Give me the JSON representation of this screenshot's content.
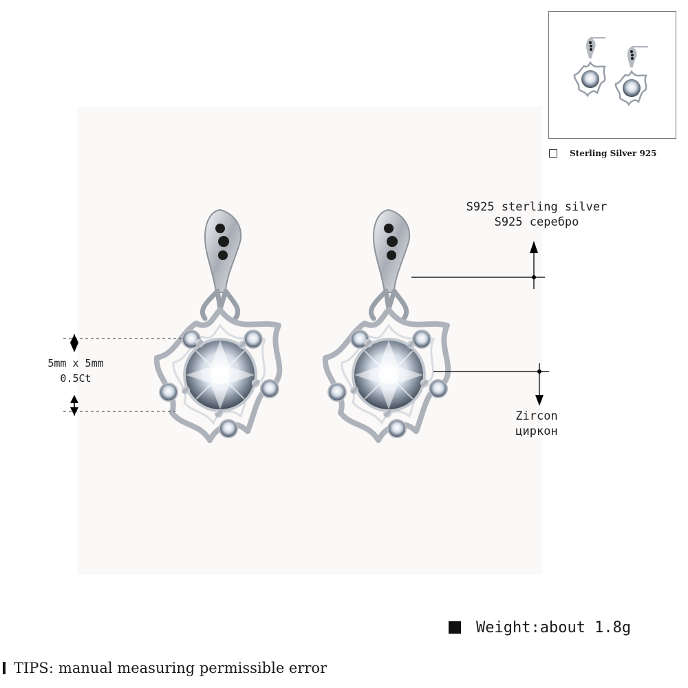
{
  "thumbnail": {
    "option_label": "Sterling Silver 925"
  },
  "callouts": {
    "material_en": "S925 sterling silver",
    "material_ru": "S925 серебро",
    "stone_en": "Zircon",
    "stone_ru": "циркон",
    "stone_size": "5mm x 5mm",
    "stone_carat": "0.5Ct"
  },
  "specs": {
    "weight": "Weight:about 1.8g"
  },
  "tips": {
    "label": "TIPS:",
    "text": "manual measuring permissible error"
  },
  "colors": {
    "silver": "#c9ccd1",
    "black_stone": "#1b1b1b",
    "zircon": "#eef3f8"
  }
}
